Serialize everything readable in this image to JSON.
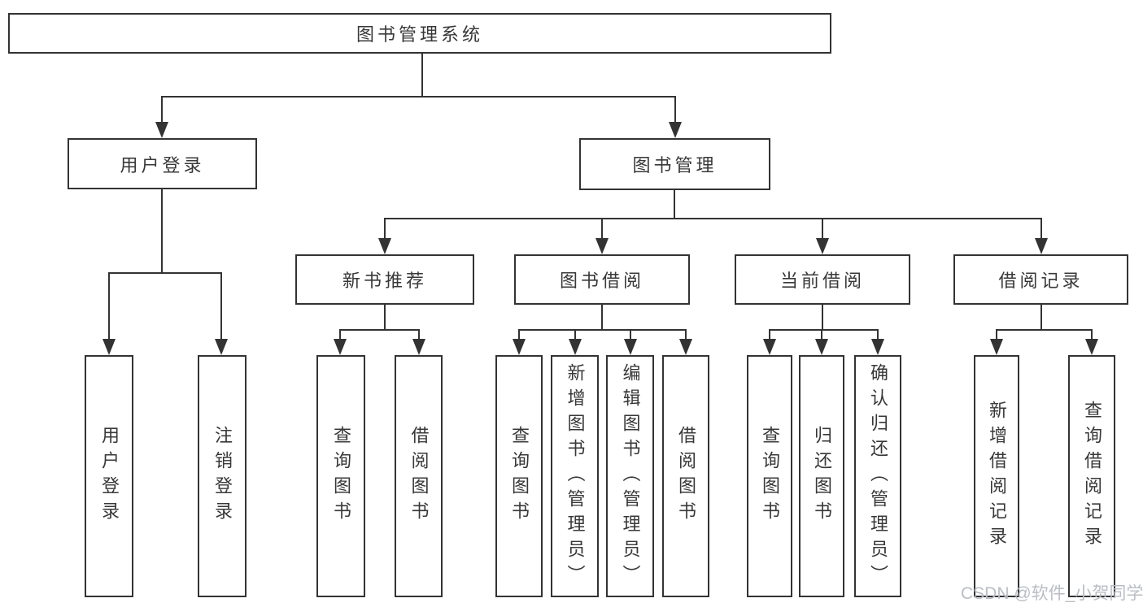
{
  "tree": {
    "root": {
      "label": "图书管理系统"
    },
    "level2": [
      {
        "label": "用户登录",
        "children": [
          "用户登录",
          "注销登录"
        ]
      },
      {
        "label": "图书管理",
        "sections": [
          {
            "label": "新书推荐",
            "children": [
              "查询图书",
              "借阅图书"
            ]
          },
          {
            "label": "图书借阅",
            "children": [
              "查询图书",
              "新增图书（管理员）",
              "编辑图书（管理员）",
              "借阅图书"
            ]
          },
          {
            "label": "当前借阅",
            "children": [
              "查询图书",
              "归还图书",
              "确认归还（管理员）"
            ]
          },
          {
            "label": "借阅记录",
            "children": [
              "新增借阅记录",
              "查询借阅记录"
            ]
          }
        ]
      }
    ]
  },
  "watermark": {
    "text": "CSDN @软件_小贺同学",
    "color": "#b9bec4"
  },
  "colors": {
    "background": "#ffffff",
    "line": "#333333",
    "box_border": "#333333",
    "text": "#383838"
  }
}
